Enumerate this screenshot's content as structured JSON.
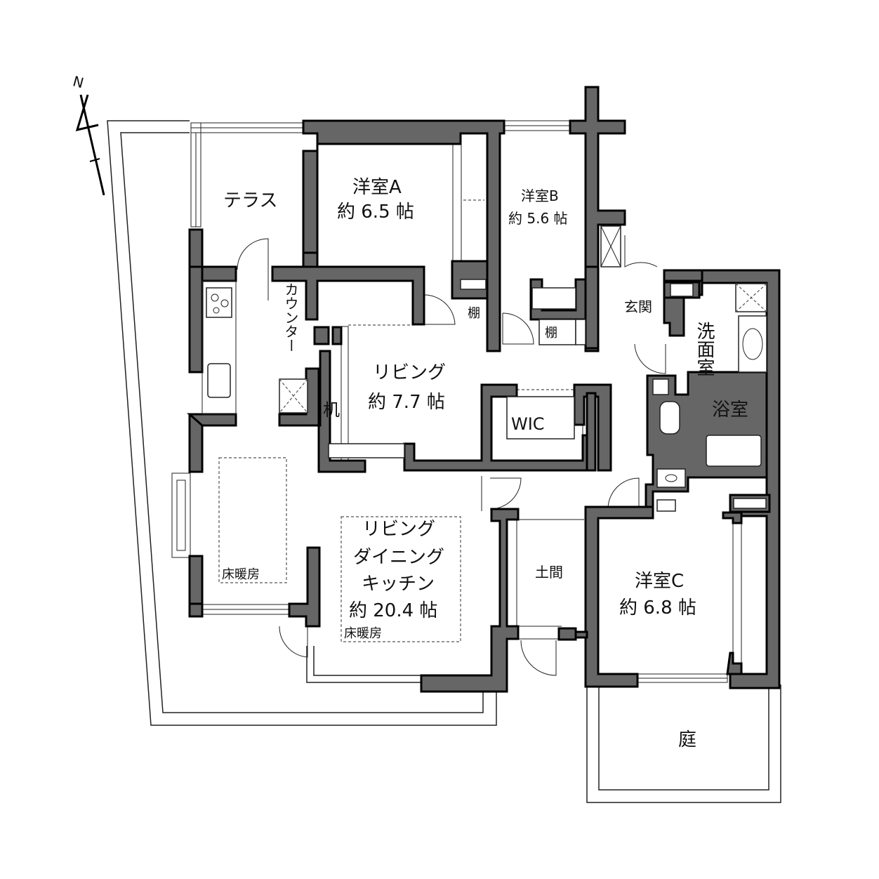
{
  "compass": {
    "label": "N"
  },
  "rooms": {
    "terrace": "テラス",
    "room_a_name": "洋室A",
    "room_a_size": "約 6.5 帖",
    "room_b_name": "洋室B",
    "room_b_size": "約 5.6 帖",
    "shelf_a": "棚",
    "shelf_b": "棚",
    "entrance": "玄関",
    "washroom": "洗面室",
    "bathroom": "浴室",
    "counter": "カウンター",
    "desk": "机",
    "living_name": "リビング",
    "living_size": "約 7.7 帖",
    "wic": "WIC",
    "ldk_line1": "リビング",
    "ldk_line2": "ダイニング",
    "ldk_line3": "キッチン",
    "ldk_size": "約 20.4 帖",
    "floor_heating_1": "床暖房",
    "floor_heating_2": "床暖房",
    "doma": "土間",
    "room_c_name": "洋室C",
    "room_c_size": "約 6.8 帖",
    "garden": "庭"
  }
}
